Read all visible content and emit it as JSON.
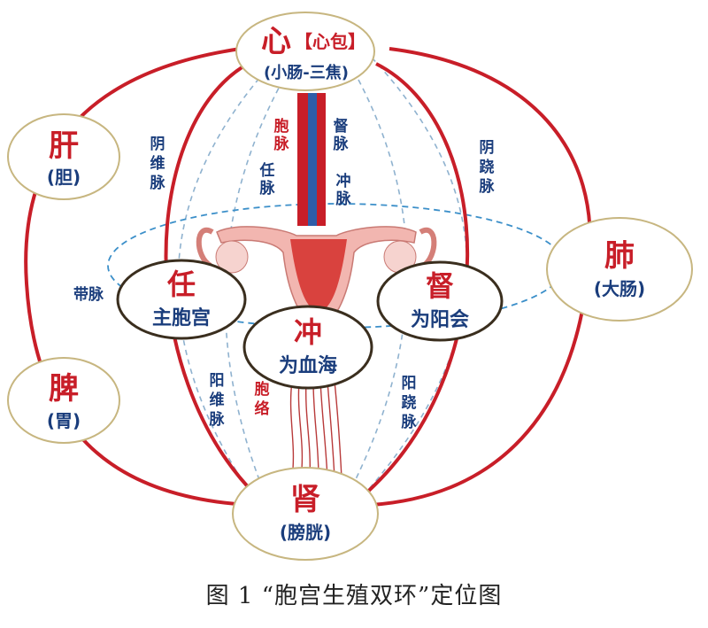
{
  "organs": {
    "heart": {
      "name": "心",
      "tag": "【心包】",
      "pair": "(小肠-三焦)"
    },
    "liver": {
      "name": "肝",
      "pair": "(胆)"
    },
    "lung": {
      "name": "肺",
      "pair": "(大肠)"
    },
    "spleen": {
      "name": "脾",
      "pair": "(胃)"
    },
    "kidney": {
      "name": "肾",
      "pair": "(膀胱)"
    }
  },
  "centers": {
    "ren": {
      "name": "任",
      "role": "主胞宫"
    },
    "du": {
      "name": "督",
      "role": "为阳会"
    },
    "chong": {
      "name": "冲",
      "role": "为血海"
    }
  },
  "vessels": {
    "baomai": [
      "胞",
      "脉"
    ],
    "dumai": [
      "督",
      "脉"
    ],
    "renmai": [
      "任",
      "脉"
    ],
    "chongmai": [
      "冲",
      "脉"
    ],
    "yinwei_upper": [
      "阴",
      "维",
      "脉"
    ],
    "yinqiao_upper": [
      "阴",
      "跷",
      "脉"
    ],
    "daimai": "带脉",
    "yangwei_lower": [
      "阳",
      "维",
      "脉"
    ],
    "baoluo": [
      "胞",
      "络"
    ],
    "yangqiao_lower": [
      "阳",
      "跷",
      "脉"
    ]
  },
  "colors": {
    "organ_red": "#c81e28",
    "text_blue": "#1a3d7c",
    "meridian_red": "#c81e28",
    "dashed_blue": "#3b8fc9",
    "bubble_border": "#c7b680"
  },
  "caption": "图 1   “胞宫生殖双环”定位图"
}
